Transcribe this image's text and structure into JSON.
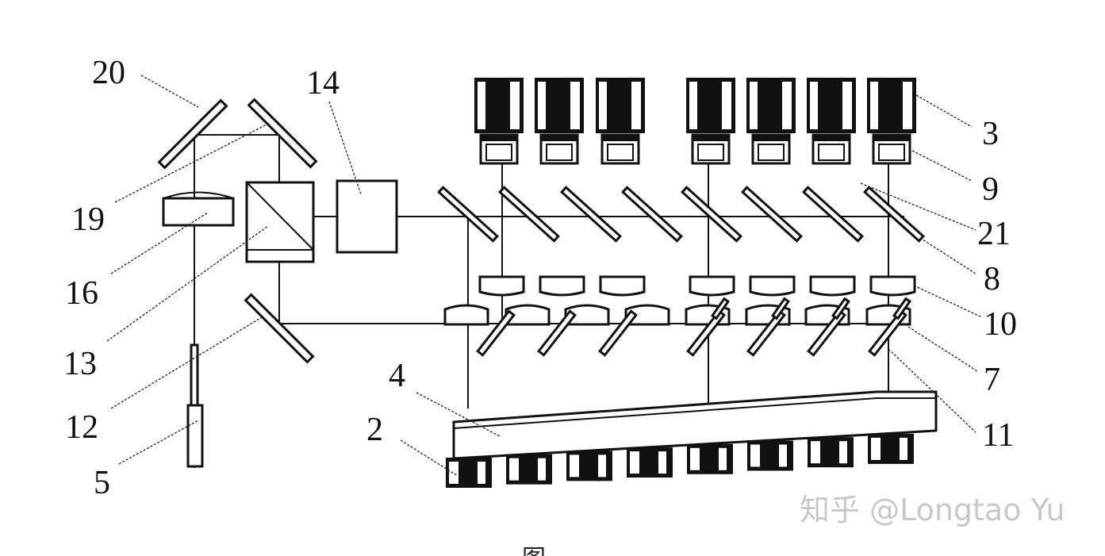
{
  "figure": {
    "caption": "图",
    "watermark": "知乎 @Longtao Yu",
    "labels": {
      "l20": "20",
      "l14": "14",
      "l19": "19",
      "l16": "16",
      "l13": "13",
      "l12": "12",
      "l5": "5",
      "l4": "4",
      "l2": "2",
      "l3": "3",
      "l9": "9",
      "l21": "21",
      "l8": "8",
      "l10": "10",
      "l7": "7",
      "l11": "11"
    },
    "camera_count_top": 7,
    "camera_count_bottom": 8,
    "beamsplitter_count": 8
  }
}
